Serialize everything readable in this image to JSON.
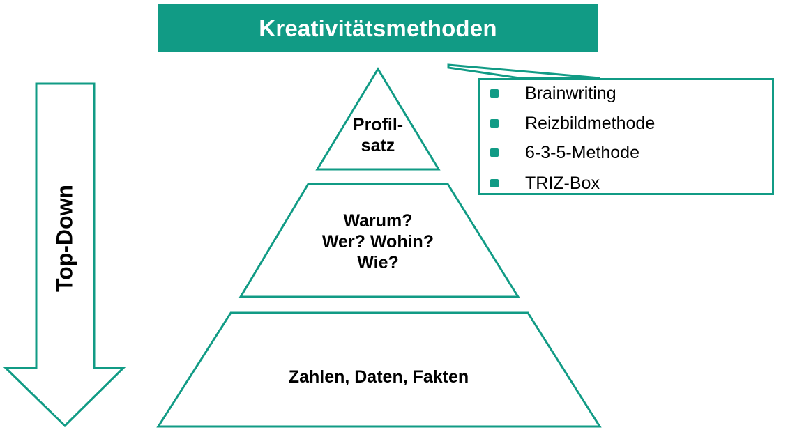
{
  "title": "Kreativitätsmethoden",
  "arrow_label": "Top-Down",
  "pyramid": {
    "top": {
      "line1": "Profil-",
      "line2": "satz"
    },
    "middle": {
      "line1": "Warum?",
      "line2": "Wer? Wohin?",
      "line3": "Wie?"
    },
    "bottom": {
      "line1": "Zahlen, Daten, Fakten"
    }
  },
  "methods": [
    "Brainwriting",
    "Reizbildmethode",
    "6-3-5-Methode",
    "TRIZ-Box"
  ],
  "colors": {
    "accent": "#119b85",
    "text": "#000000",
    "background": "#ffffff"
  }
}
